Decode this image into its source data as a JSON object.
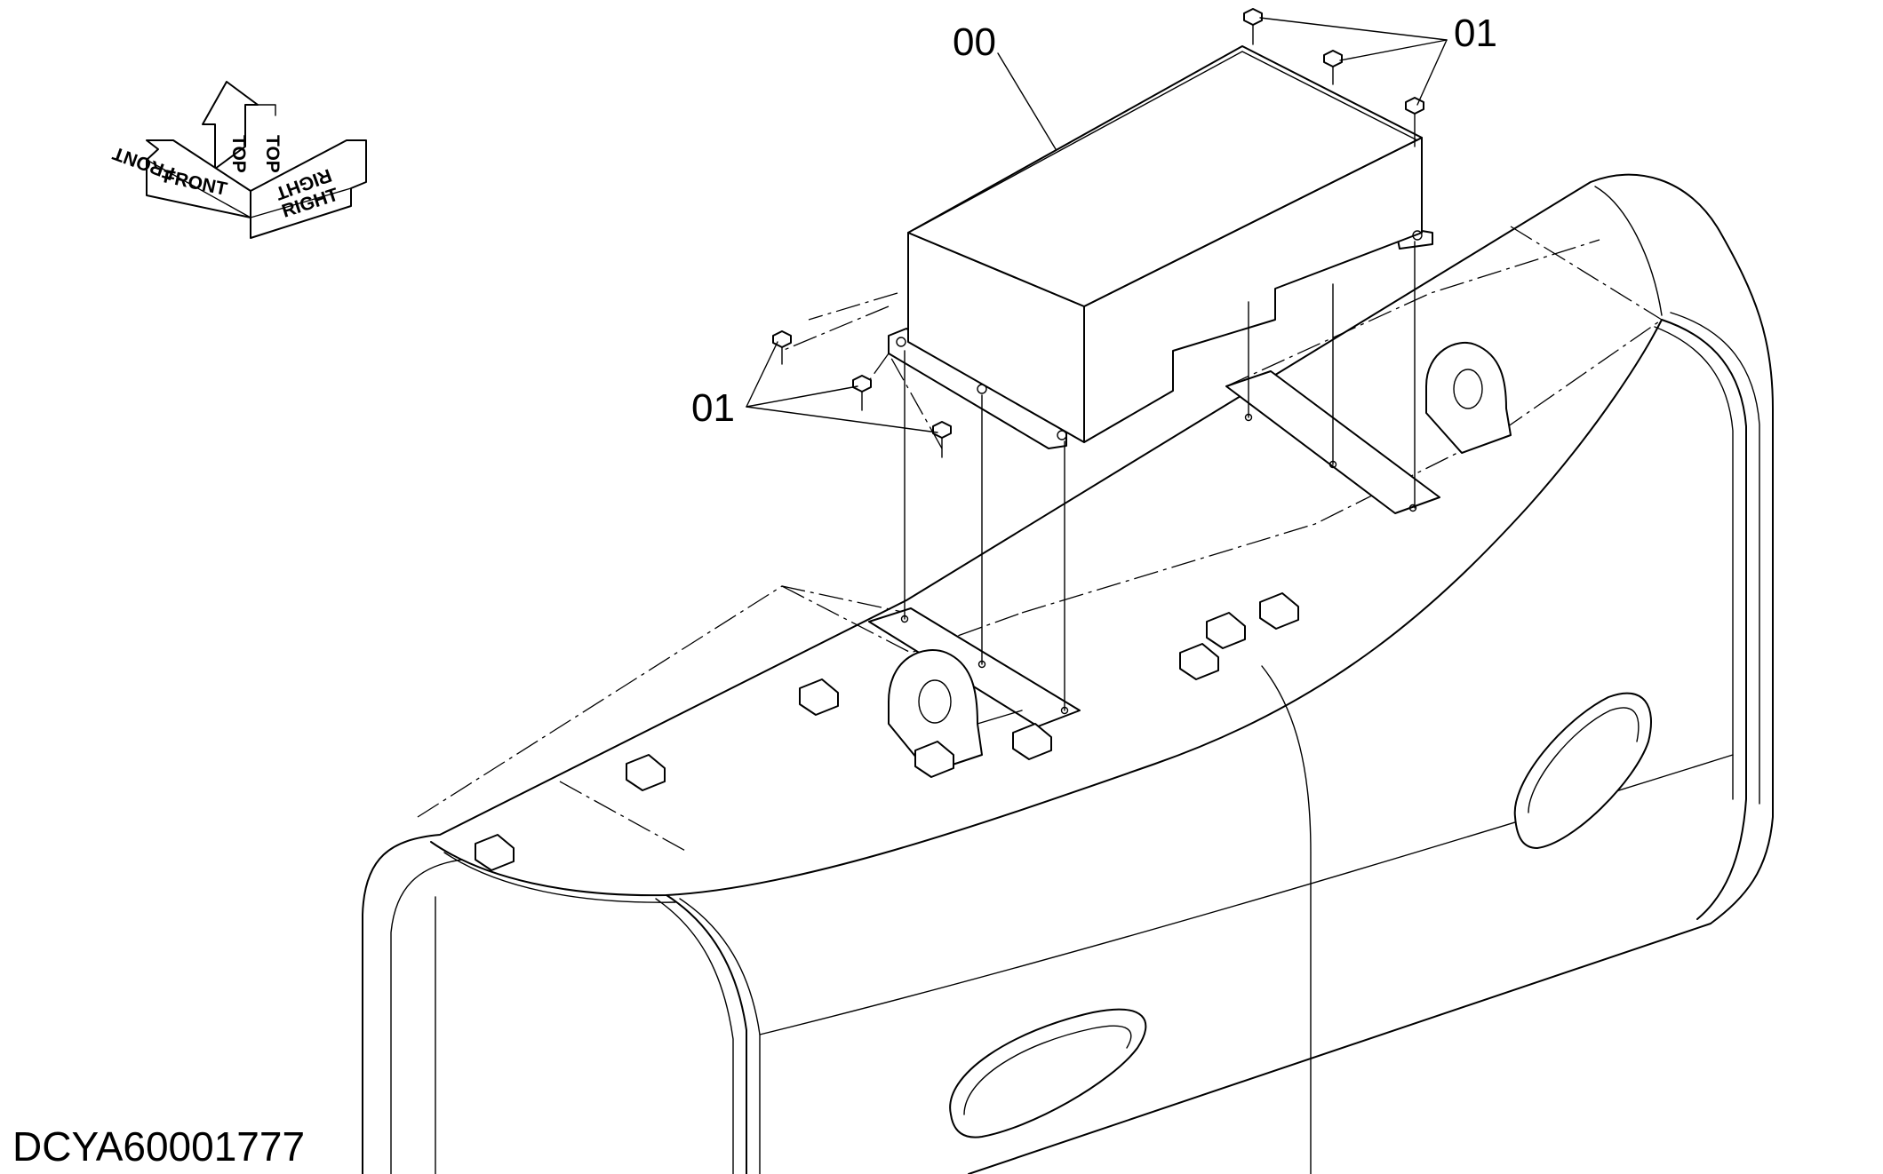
{
  "drawing": {
    "code": "DCYA60001777",
    "callouts": {
      "cover": "00",
      "bolt_top": "01",
      "bolt_left": "01"
    },
    "direction_indicator": {
      "front": "FRONT",
      "top": "TOP",
      "right": "RIGHT"
    },
    "line_color": "#000000",
    "background": "#ffffff"
  }
}
